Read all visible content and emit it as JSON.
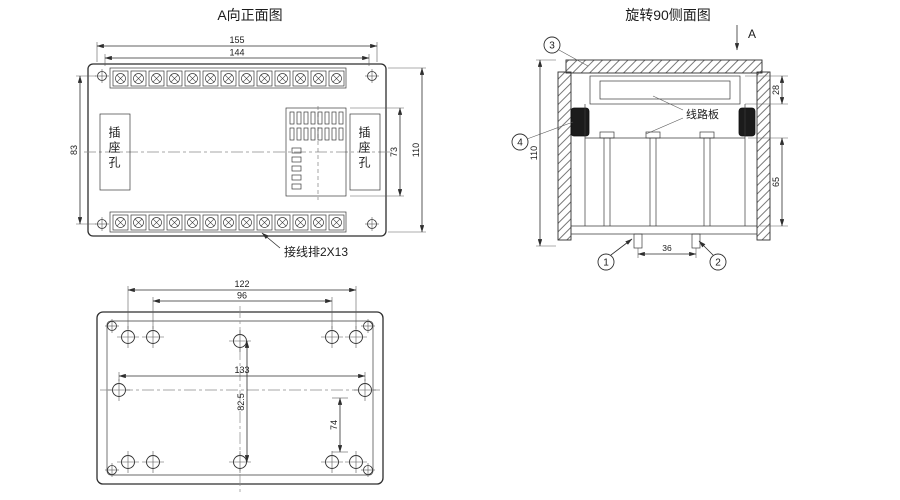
{
  "front_view": {
    "title": "A向正面图",
    "socket_left_label": "插座孔",
    "socket_right_label": "插座孔",
    "terminal_strip_label": "接线排2X13",
    "dims": {
      "overall_width": "155",
      "inner_width": "144",
      "left_height": "83",
      "connector_height": "73",
      "overall_height": "110"
    }
  },
  "side_view": {
    "title": "旋转90侧面图",
    "section_label": "A",
    "pcb_label": "线路板",
    "callouts": [
      "1",
      "2",
      "3",
      "4"
    ],
    "dims": {
      "overall_height": "110",
      "top_section": "28",
      "lower_section": "65",
      "base_width": "36"
    }
  },
  "bottom_view": {
    "dims": {
      "outer_hole_span": "122",
      "inner_hole_span": "96",
      "mid_hole_span": "133",
      "vertical_span_center": "82.5",
      "vertical_span_right": "74"
    }
  }
}
